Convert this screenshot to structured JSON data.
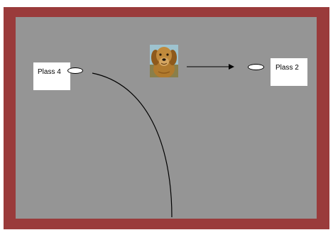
{
  "diagram": {
    "places": {
      "left": {
        "label": "Plass 4"
      },
      "right": {
        "label": "Plass 2"
      }
    },
    "dog_icon": "dog-photo",
    "colors": {
      "frame": "#9a3b3b",
      "field": "#959595",
      "box": "#ffffff",
      "line": "#000000"
    }
  }
}
